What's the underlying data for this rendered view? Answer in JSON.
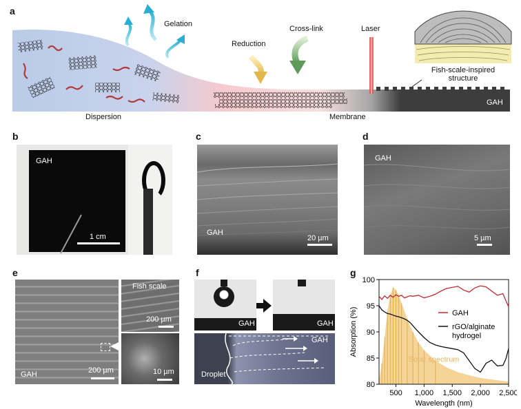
{
  "panels": {
    "a": {
      "letter": "a",
      "labels": {
        "gelation": "Gelation",
        "reduction": "Reduction",
        "crosslink": "Cross-link",
        "laser": "Laser",
        "fish_scale": "Fish-scale-inspired\nstructure",
        "gah": "GAH",
        "dispersion": "Dispersion",
        "membrane": "Membrane"
      }
    },
    "b": {
      "letter": "b",
      "sample": "GAH",
      "scale": "1 cm"
    },
    "c": {
      "letter": "c",
      "sample": "GAH",
      "scale": "20 µm"
    },
    "d": {
      "letter": "d",
      "sample": "GAH",
      "scale": "5 µm"
    },
    "e": {
      "letter": "e",
      "sample": "GAH",
      "scale_main": "200 µm",
      "inset_top_label": "Fish scale",
      "inset_top_scale": "200 µm",
      "inset_bottom_scale": "10 µm"
    },
    "f": {
      "letter": "f",
      "gah_left": "GAH",
      "gah_right": "GAH",
      "gah_bottom": "GAH",
      "droplet": "Droplet"
    },
    "g": {
      "letter": "g"
    }
  },
  "colors": {
    "dispersion_blue": "#b9cbe8",
    "membrane_pink": "#f3c9c9",
    "gah_dark": "#3d3d3d",
    "arrow_cyan": "#3fb8d8",
    "arrow_yellow": "#e8c96a",
    "arrow_green": "#6fa86a",
    "laser_red": "#e05252",
    "gah_line": "#c0282d",
    "rgo_line": "#111111",
    "solar_fill": "#f0c674"
  },
  "chart_data": {
    "type": "line",
    "xlabel": "Wavelength (nm)",
    "ylabel": "Absorption (%)",
    "xlim": [
      200,
      2500
    ],
    "ylim": [
      80,
      100
    ],
    "xticks": [
      "500",
      "1,000",
      "1,500",
      "2,000",
      "2,500"
    ],
    "xtick_values": [
      500,
      1000,
      1500,
      2000,
      2500
    ],
    "yticks": [
      "80",
      "85",
      "90",
      "95",
      "100"
    ],
    "ytick_values": [
      80,
      85,
      90,
      95,
      100
    ],
    "legend": [
      "GAH",
      "rGO/alginate\nhydrogel"
    ],
    "annotation": "Solar spectrum",
    "legend_placement": "center-right",
    "series": [
      {
        "name": "GAH",
        "color": "#c0282d",
        "x": [
          200,
          250,
          300,
          350,
          400,
          450,
          500,
          550,
          600,
          650,
          700,
          750,
          800,
          900,
          1000,
          1100,
          1200,
          1300,
          1400,
          1500,
          1600,
          1700,
          1800,
          1900,
          2000,
          2100,
          2200,
          2300,
          2400,
          2450,
          2500
        ],
        "y": [
          96.8,
          96.2,
          96.9,
          96.4,
          97.0,
          96.6,
          97.1,
          96.8,
          97.0,
          96.5,
          96.7,
          96.9,
          96.8,
          97.0,
          96.5,
          96.8,
          97.2,
          97.8,
          98.3,
          98.5,
          98.7,
          98.0,
          97.6,
          98.4,
          98.8,
          98.6,
          97.8,
          97.0,
          97.3,
          96.0,
          94.8
        ]
      },
      {
        "name": "rGO/alginate\nhydrogel",
        "color": "#111111",
        "x": [
          200,
          250,
          300,
          350,
          400,
          450,
          500,
          550,
          600,
          650,
          700,
          750,
          800,
          900,
          1000,
          1100,
          1200,
          1300,
          1400,
          1500,
          1600,
          1700,
          1800,
          1900,
          2000,
          2100,
          2200,
          2300,
          2400,
          2450,
          2500
        ],
        "y": [
          95.0,
          94.2,
          93.8,
          93.5,
          93.4,
          93.2,
          93.0,
          92.9,
          92.7,
          92.5,
          92.2,
          91.8,
          91.2,
          90.0,
          88.9,
          88.0,
          87.5,
          87.2,
          87.0,
          86.8,
          86.6,
          86.0,
          84.5,
          83.0,
          82.3,
          84.0,
          84.6,
          83.5,
          83.6,
          84.8,
          86.8
        ]
      },
      {
        "name": "",
        "color": "#f0c674",
        "x": [
          200,
          250,
          300,
          350,
          400,
          450,
          500,
          550,
          600,
          700,
          800,
          900,
          1000,
          1200,
          1400,
          1600,
          1800,
          2000,
          2200,
          2500
        ],
        "y": [
          80.5,
          84.0,
          89.0,
          94.0,
          97.0,
          98.5,
          98.0,
          97.0,
          95.5,
          92.5,
          90.0,
          88.0,
          86.5,
          84.5,
          83.2,
          82.3,
          81.7,
          81.2,
          80.9,
          80.5
        ]
      }
    ]
  }
}
